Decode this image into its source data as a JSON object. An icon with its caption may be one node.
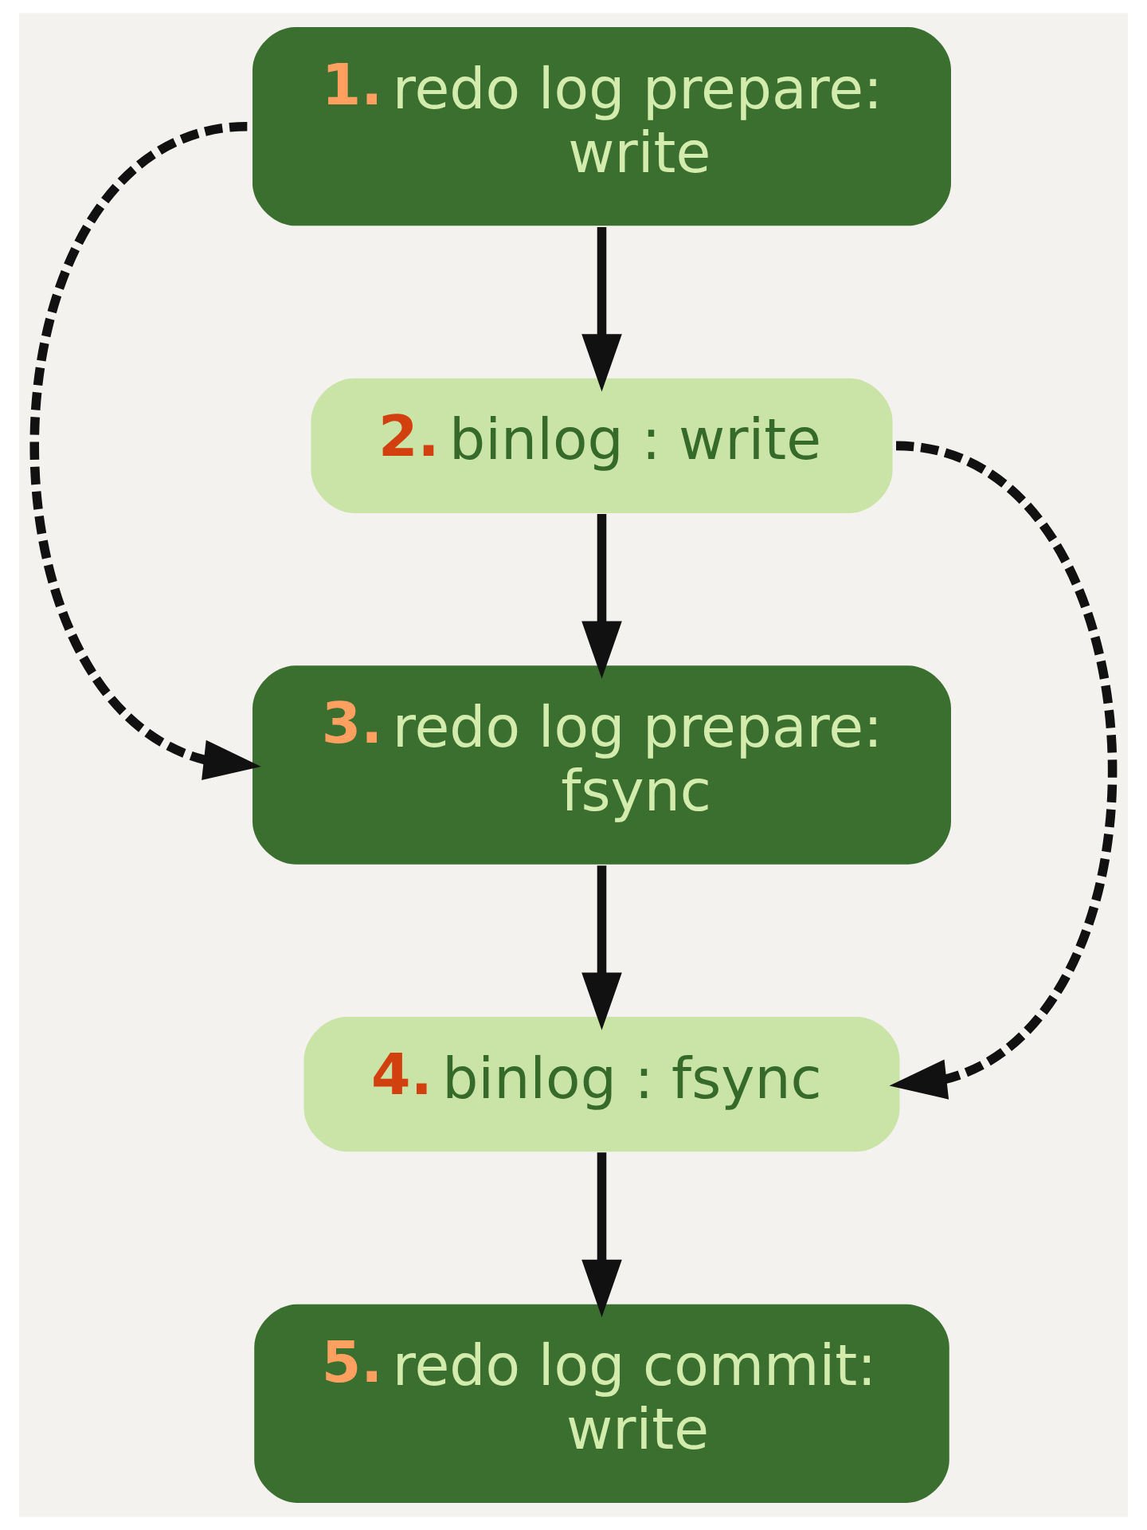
{
  "diagram": {
    "nodes": [
      {
        "text": [
          "1.",
          "redo log prepare: write"
        ]
      },
      {
        "text": [
          "2.",
          "binlog : write"
        ]
      },
      {
        "text": [
          "3.",
          "redo log prepare: fsync"
        ]
      },
      {
        "text": [
          "4.",
          "binlog : fsync"
        ]
      },
      {
        "text": [
          "5.",
          "redo log commit: write"
        ]
      }
    ],
    "edges": [
      {
        "from": 0,
        "to": 1,
        "arrow": "to"
      },
      {
        "from": 1,
        "to": 2,
        "arrow": "to"
      },
      {
        "from": 2,
        "to": 3,
        "arrow": "to"
      },
      {
        "from": 3,
        "to": 4,
        "arrow": "to"
      },
      {
        "from": 0,
        "to": 2,
        "arrow": "to",
        "style": "dashed"
      },
      {
        "from": 1,
        "to": 3,
        "arrow": "to",
        "style": "dashed"
      }
    ]
  }
}
